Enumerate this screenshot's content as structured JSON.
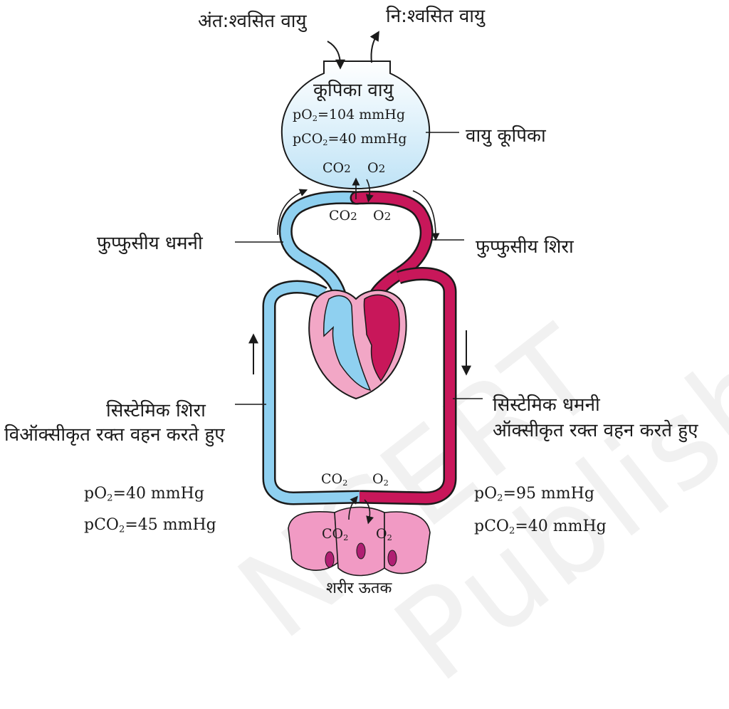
{
  "labels": {
    "inhaled_air": "अंत:श्वसित वायु",
    "exhaled_air": "नि:श्वसित वायु",
    "alveolar_air": "कूपिका वायु",
    "alveolus": "वायु कूपिका",
    "pulmonary_artery": "फुप्फुसीय धमनी",
    "pulmonary_vein": "फुप्फुसीय शिरा",
    "systemic_vein": "सिस्टेमिक शिरा",
    "systemic_vein_desc": "विऑक्सीकृत रक्त वहन करते हुए",
    "systemic_artery": "सिस्टेमिक धमनी",
    "systemic_artery_desc": "ऑक्सीकृत रक्त वहन करते हुए",
    "body_tissue": "शरीर ऊतक"
  },
  "gases": {
    "co2": "CO",
    "o2": "O",
    "sub2": "2"
  },
  "alveolus_values": {
    "po2_prefix": "pO",
    "po2_value": "=104  mmHg",
    "pco2_prefix": "pCO",
    "pco2_value": "=40  mmHg"
  },
  "venous_values": {
    "po2_prefix": "pO",
    "po2_value": "=40 mmHg",
    "pco2_prefix": "pCO",
    "pco2_value": "=45  mmHg"
  },
  "arterial_values": {
    "po2_prefix": "pO",
    "po2_value": "=95 mmHg",
    "pco2_prefix": "pCO",
    "pco2_value": "=40  mmHg"
  },
  "watermark": {
    "line1": "NCERT",
    "line2": "Published"
  },
  "colors": {
    "deoxygenated": "#8fd0f0",
    "oxygenated": "#c8175a",
    "heart_outer": "#f2a7c6",
    "tissue": "#f19ac4",
    "alveolus_fill": "#d6eefa",
    "outline": "#1a1a1a"
  }
}
